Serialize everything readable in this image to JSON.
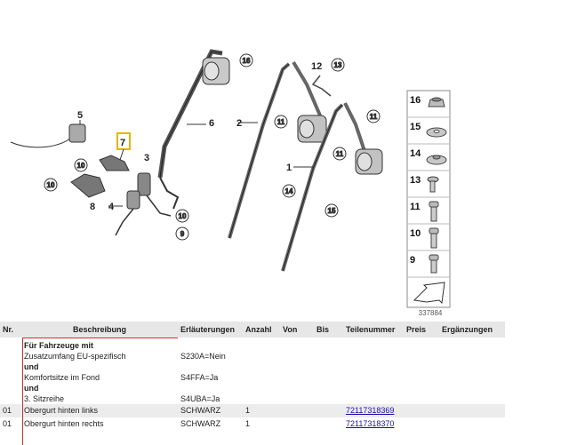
{
  "diagram": {
    "image_id": "337884",
    "callouts": {
      "c1": "1",
      "c2": "2",
      "c3": "3",
      "c4": "4",
      "c5": "5",
      "c6": "6",
      "c7": "7",
      "c8": "8",
      "c12": "12"
    },
    "circled": {
      "n9": "9",
      "n10a": "10",
      "n10b": "10",
      "n10c": "10",
      "n11a": "11",
      "n11b": "11",
      "n11c": "11",
      "n13": "13",
      "n14": "14",
      "n15": "15",
      "n16": "16"
    },
    "legend": [
      "16",
      "15",
      "14",
      "13",
      "11",
      "10",
      "9"
    ],
    "highlight_color": "#e8b400"
  },
  "table": {
    "headers": {
      "nr": "Nr.",
      "beschreibung": "Beschreibung",
      "erlaeuterungen": "Erläuterungen",
      "anzahl": "Anzahl",
      "von": "Von",
      "bis": "Bis",
      "teilenummer": "Teilenummer",
      "preis": "Preis",
      "ergaenzungen": "Ergänzungen"
    },
    "condition": {
      "lines": [
        "Für Fahrzeuge mit",
        "Zusatzumfang EU-spezifisch",
        "und",
        "Komfortsitze im Fond",
        "und",
        "3. Sitzreihe"
      ],
      "codes": [
        "",
        "S230A=Nein",
        "",
        "S4FFA=Ja",
        "",
        "S4UBA=Ja"
      ]
    },
    "rows": [
      {
        "nr": "01",
        "beschreibung": "Obergurt hinten links",
        "erlaeuterungen": "SCHWARZ",
        "anzahl": "1",
        "teilenummer": "72117318369"
      },
      {
        "nr": "01",
        "beschreibung": "Obergurt hinten rechts",
        "erlaeuterungen": "SCHWARZ",
        "anzahl": "1",
        "teilenummer": "72117318370"
      }
    ]
  }
}
